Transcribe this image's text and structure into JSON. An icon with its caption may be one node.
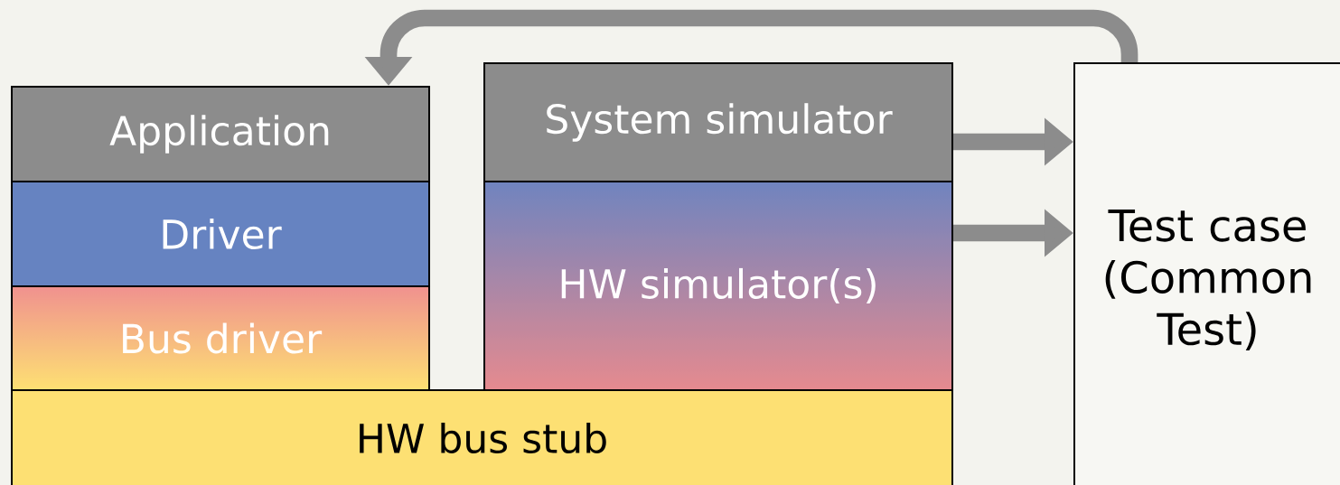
{
  "diagram": {
    "nodes": [
      {
        "text": [
          "Application"
        ]
      },
      {
        "text": [
          "Driver"
        ]
      },
      {
        "text": [
          "Bus driver"
        ]
      },
      {
        "text": [
          "System simulator"
        ]
      },
      {
        "text": [
          "HW simulator(s)"
        ]
      },
      {
        "text": [
          "HW bus stub"
        ]
      },
      {
        "text": [
          "Test case (Common Test)"
        ]
      }
    ],
    "edges": [
      {
        "from": 3,
        "to": 6,
        "arrow": "to"
      },
      {
        "from": 4,
        "to": 6,
        "arrow": "to"
      },
      {
        "from": 6,
        "to": 0,
        "arrow": "to"
      }
    ]
  }
}
